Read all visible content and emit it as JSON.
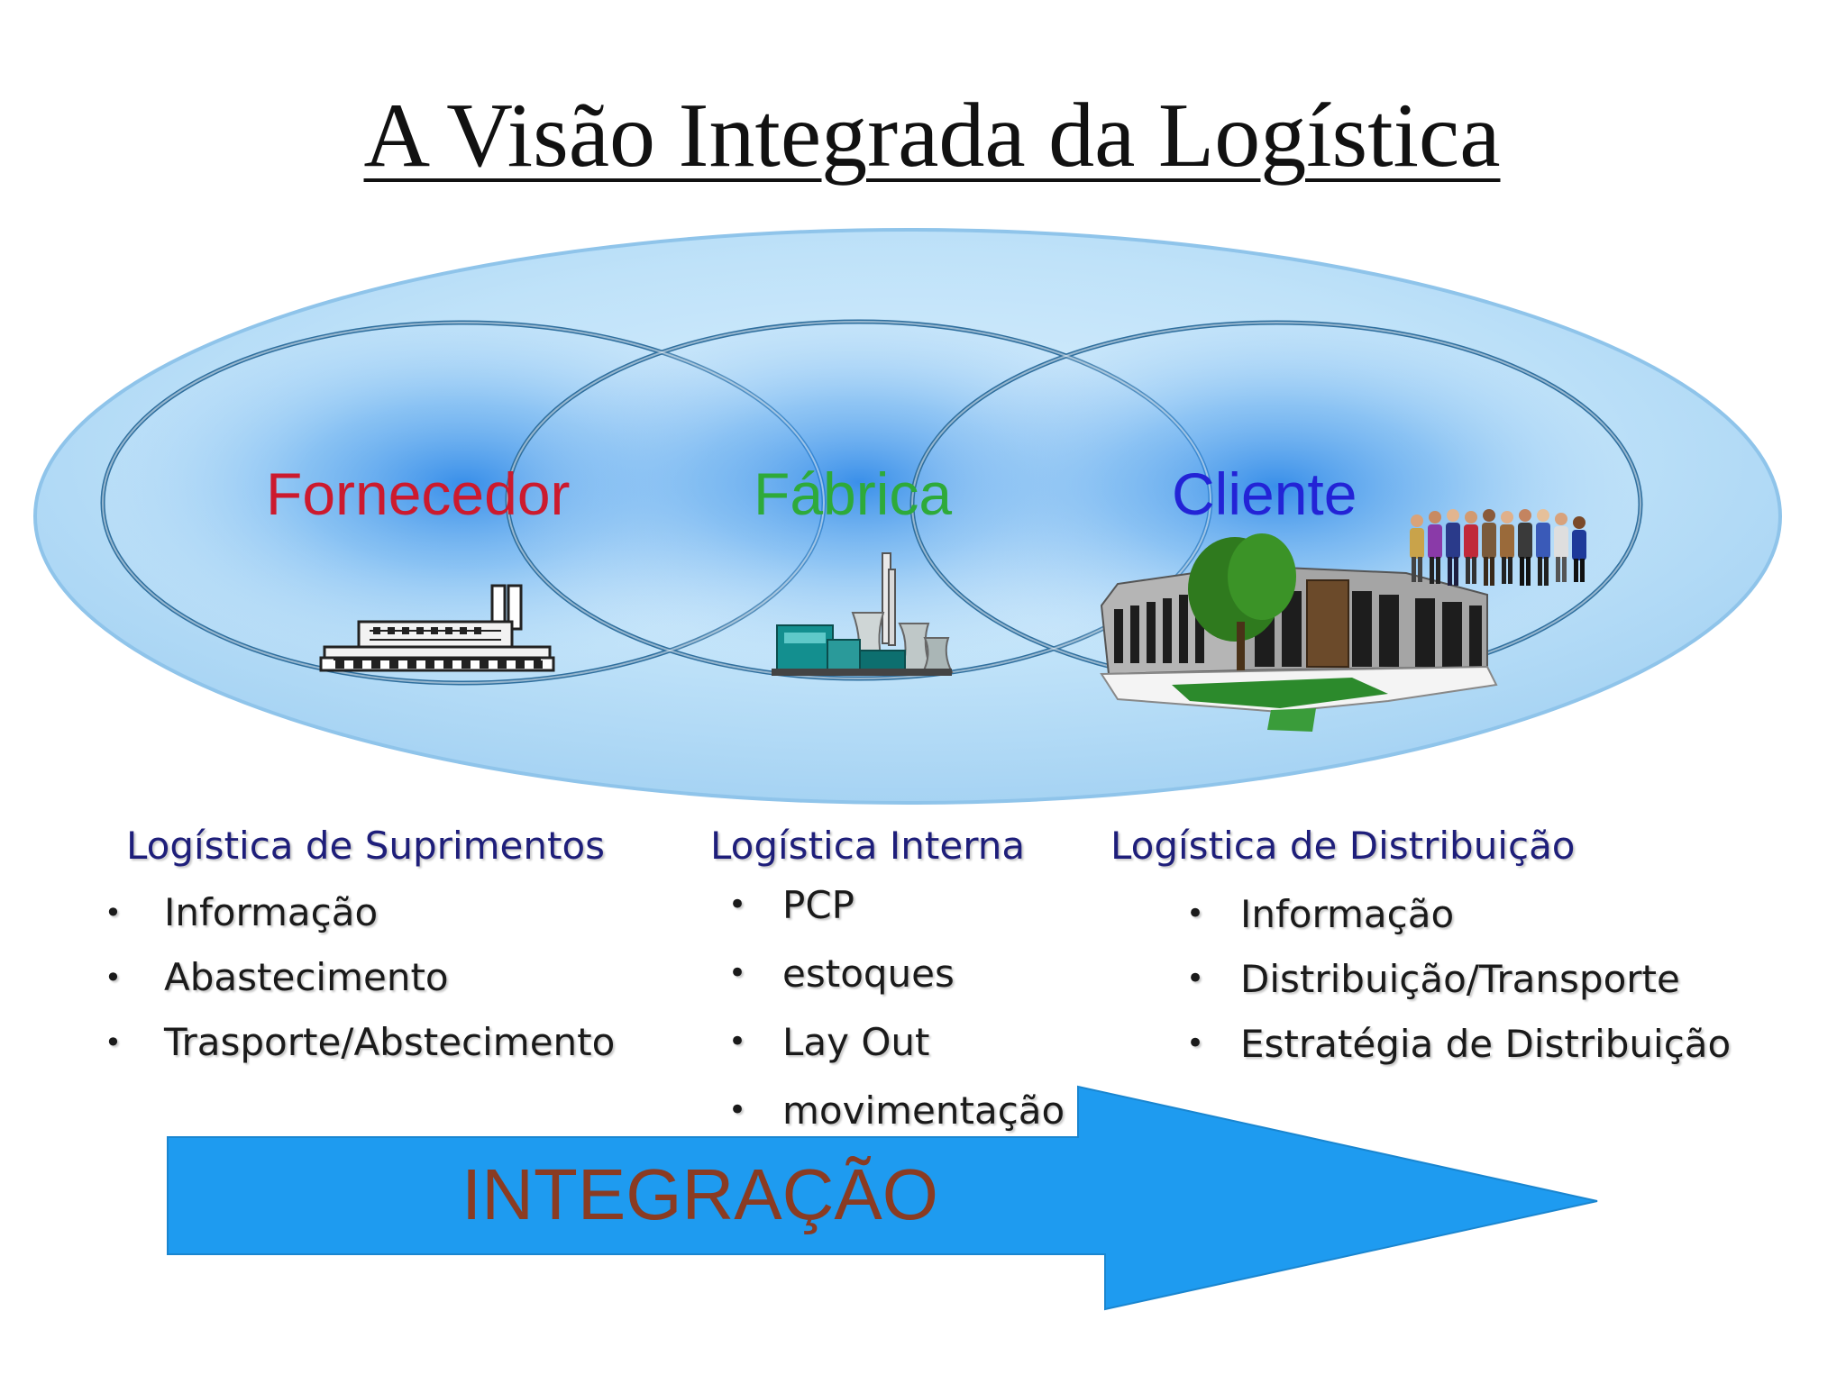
{
  "title": "A Visão Integrada da Logística",
  "entities": [
    {
      "label": "Fornecedor",
      "color": "#cc1a2e"
    },
    {
      "label": "Fábrica",
      "color": "#2eaa3a"
    },
    {
      "label": "Cliente",
      "color": "#2323d6"
    }
  ],
  "illustrations": [
    "supplier-factory-icon",
    "power-plant-icon",
    "office-building-icon",
    "people-group-icon"
  ],
  "columns": [
    {
      "heading": "Logística de Suprimentos",
      "items": [
        "Informação",
        "Abastecimento",
        "Trasporte/Abstecimento"
      ]
    },
    {
      "heading": "Logística Interna",
      "items": [
        "PCP",
        "estoques",
        "Lay Out",
        "movimentação"
      ]
    },
    {
      "heading": "Logística de Distribuição",
      "items": [
        "Informação",
        "Distribuição/Transporte",
        "Estratégia de Distribuição"
      ]
    }
  ],
  "arrow": {
    "label": "INTEGRAÇÃO",
    "color": "#1e9bf0"
  },
  "colors": {
    "ellipse_fill": "#a9d7f5",
    "circle_stroke": "#2f6f9e",
    "heading": "#1e1e7a"
  }
}
